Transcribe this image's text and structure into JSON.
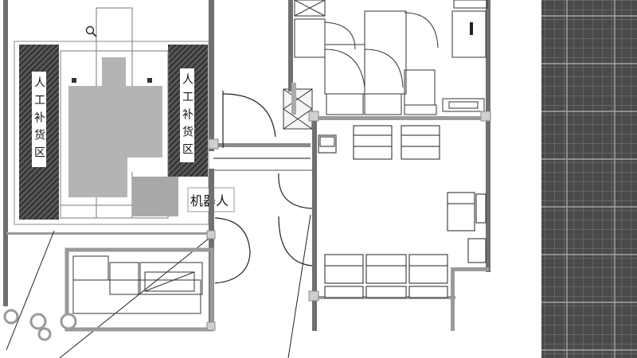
{
  "labels": {
    "replenish_left": "人工补货区",
    "replenish_right": "人工补货区",
    "robot": "机器人"
  },
  "icons": {
    "search": "magnifier-icon"
  },
  "colors": {
    "wall": "#6f6f6f",
    "hatch": "#2a2a2a",
    "gray_block": "#b4b4b4",
    "side_panel": "#4a4a4a",
    "side_grid": "#7d7d7d",
    "line": "#222222"
  }
}
